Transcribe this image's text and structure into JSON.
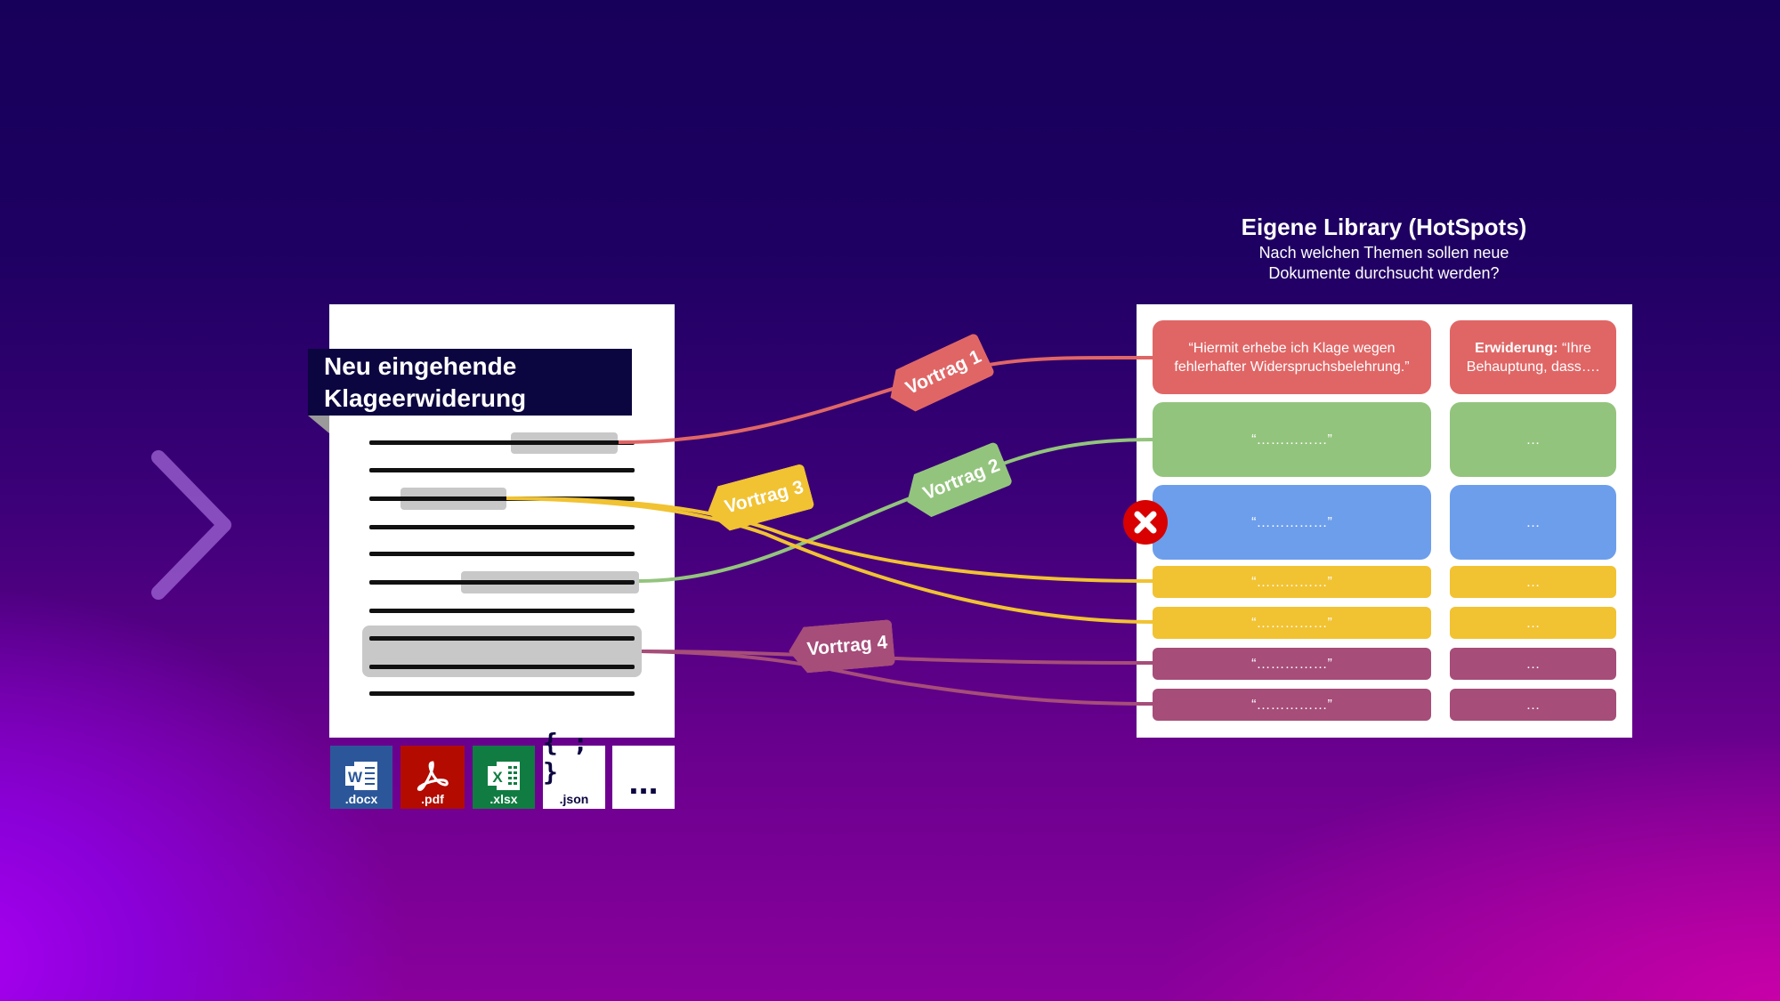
{
  "document": {
    "title_line1": "Neu eingehende",
    "title_line2": "Klageerwiderung"
  },
  "file_types": [
    {
      "label": ".docx",
      "color": "#2b579a"
    },
    {
      "label": ".pdf",
      "color": "#b30b00"
    },
    {
      "label": ".xlsx",
      "color": "#107c41"
    },
    {
      "label": ".json",
      "color": "#ffffff"
    },
    {
      "label": "..."
    }
  ],
  "json_glyph": "{ ; }",
  "library": {
    "title": "Eigene Library (HotSpots)",
    "subtitle_line1": "Nach welchen Themen sollen neue",
    "subtitle_line2": "Dokumente durchsucht werden?",
    "rows": [
      {
        "quote": "“Hiermit erhebe ich Klage wegen fehlerhafter Widerspruchsbelehrung.”",
        "reply_bold": "Erwiderung:",
        "reply": " “Ihre Behauptung, dass….",
        "color": "#e06666"
      },
      {
        "quote": "“……………”",
        "reply": "…",
        "color": "#93c47d"
      },
      {
        "quote": "“……………”",
        "reply": "…",
        "color": "#6d9eeb"
      },
      {
        "quote": "“……………”",
        "reply": "…",
        "color": "#f1c232"
      },
      {
        "quote": "“……………”",
        "reply": "…",
        "color": "#f1c232"
      },
      {
        "quote": "“……………”",
        "reply": "…",
        "color": "#a64d79"
      },
      {
        "quote": "“……………”",
        "reply": "…",
        "color": "#a64d79"
      }
    ]
  },
  "tags": {
    "v1": "Vortrag 1",
    "v2": "Vortrag 2",
    "v3": "Vortrag 3",
    "v4": "Vortrag 4"
  }
}
